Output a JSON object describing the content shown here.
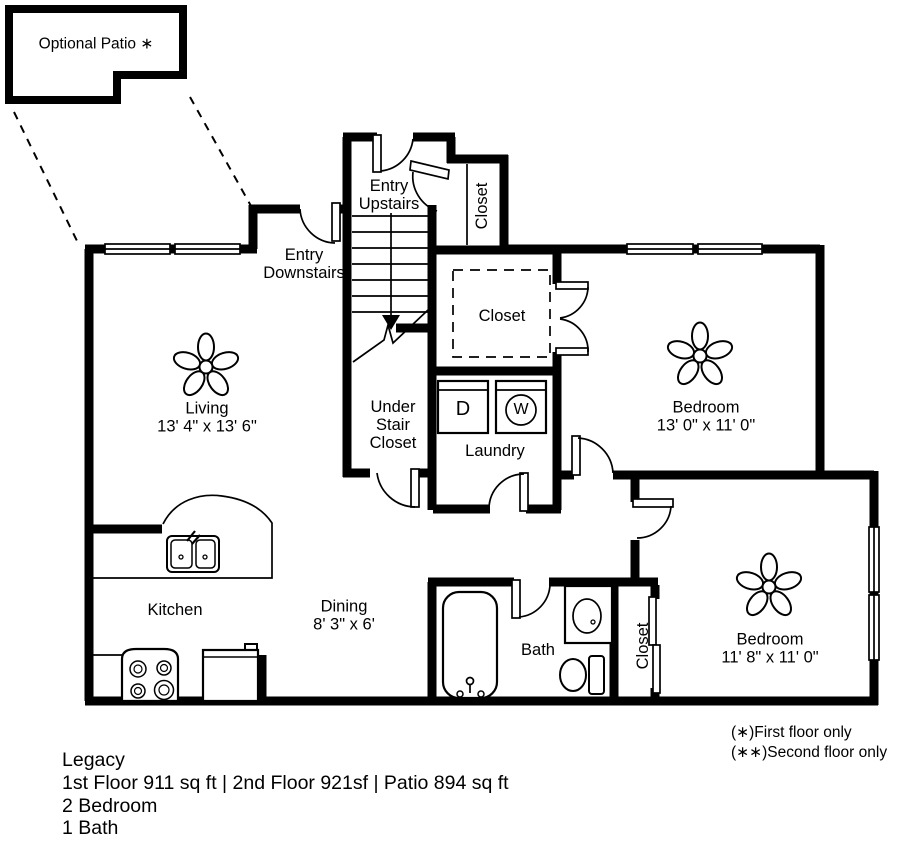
{
  "plan": {
    "patio": {
      "label": "Optional Patio ∗"
    },
    "rooms": {
      "entry_upstairs": {
        "label": "Entry\nUpstairs"
      },
      "entry_downstairs": {
        "label": "Entry\nDownstairs"
      },
      "closet_upper": {
        "label": "Closet"
      },
      "closet_middle": {
        "label": "Closet"
      },
      "closet_bedroom2": {
        "label": "Closet"
      },
      "under_stair_closet": {
        "label": "Under\nStair\nCloset"
      },
      "living": {
        "name": "Living",
        "dims": "13' 4\" x 13' 6\""
      },
      "bedroom1": {
        "name": "Bedroom",
        "dims": "13' 0\" x 11' 0\""
      },
      "bedroom2": {
        "name": "Bedroom",
        "dims": "11' 8\" x 11' 0\""
      },
      "laundry": {
        "name": "Laundry",
        "dryer_label": "D",
        "washer_label": "W"
      },
      "kitchen": {
        "name": "Kitchen"
      },
      "dining": {
        "name": "Dining",
        "dims": "8' 3\" x 6'"
      },
      "bath": {
        "name": "Bath"
      }
    },
    "notes": {
      "first_floor": "(∗)First floor only",
      "second_floor": "(∗∗)Second floor only"
    },
    "summary": {
      "name": "Legacy",
      "areas": "1st Floor 911 sq ft | 2nd Floor 921sf | Patio 894 sq ft",
      "bedrooms": "2 Bedroom",
      "baths": "1 Bath"
    }
  }
}
